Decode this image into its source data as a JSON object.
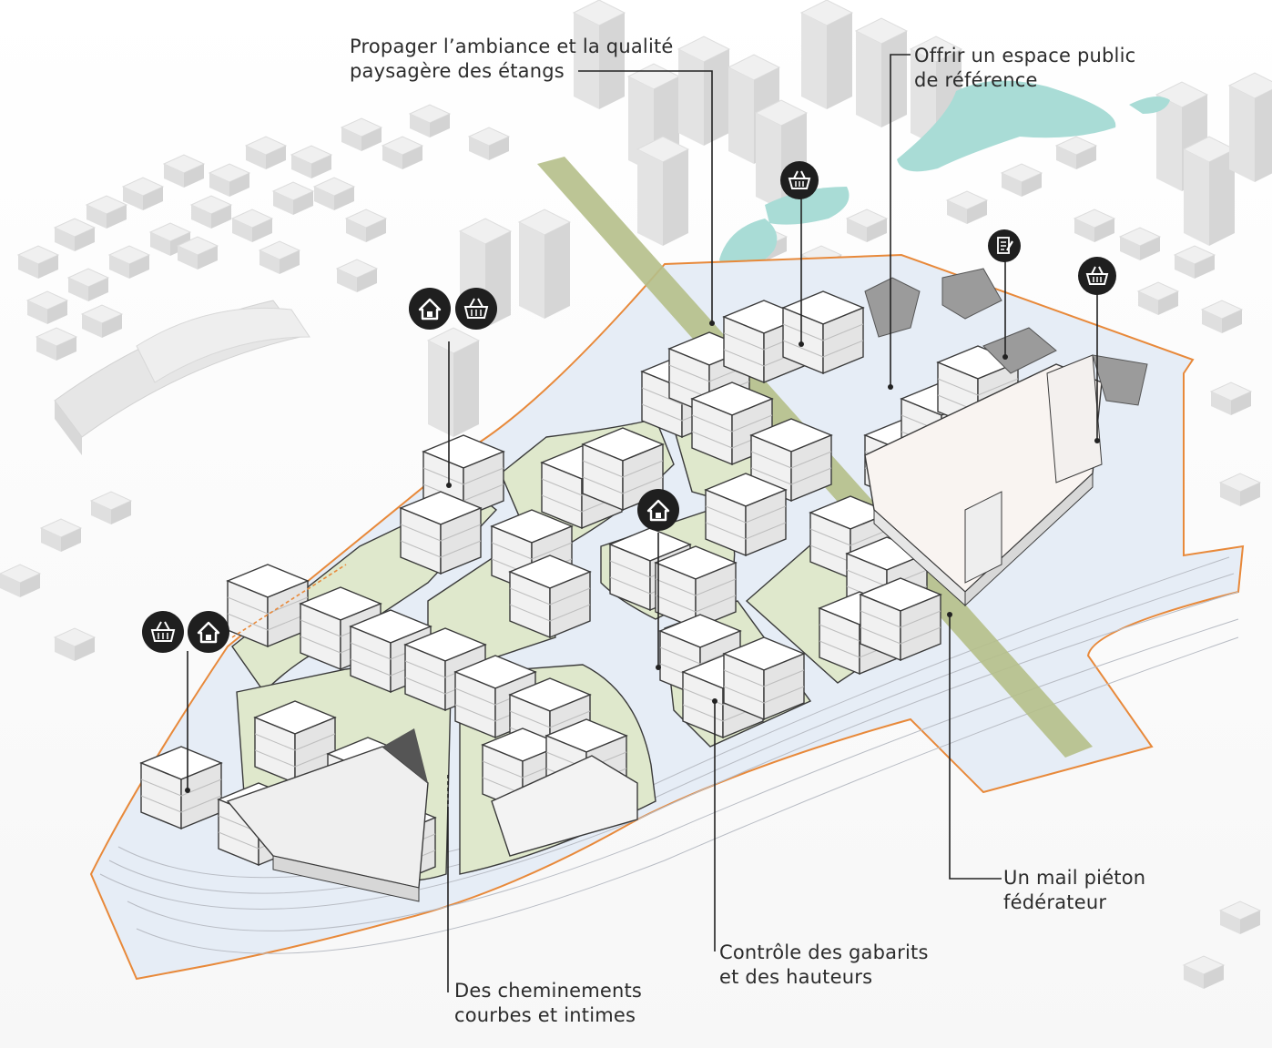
{
  "annotations": [
    {
      "id": "etangs",
      "lines": [
        "Propager l’ambiance et la qualité",
        "paysagère des étangs"
      ]
    },
    {
      "id": "espace-public",
      "lines": [
        "Offrir un espace public",
        "de référence"
      ]
    },
    {
      "id": "mail-pieton",
      "lines": [
        "Un mail piéton",
        "fédérateur"
      ]
    },
    {
      "id": "gabarits",
      "lines": [
        "Contrôle des gabarits",
        "et des hauteurs"
      ]
    },
    {
      "id": "cheminements",
      "lines": [
        "Des cheminements",
        "courbes et intimes"
      ]
    }
  ],
  "icons": [
    "house-icon",
    "shopping-basket-icon",
    "document-icon"
  ],
  "colors": {
    "perimeter": "#e8893a",
    "green_axis": "#b5bf8a",
    "gardens": "#dfe8cc",
    "water": "#a9dcd6",
    "roads": "#e6edf6",
    "buildings": "#f6f6f6",
    "context_buildings": "#e9e9e9",
    "icon_bg": "#1f1f1f"
  }
}
